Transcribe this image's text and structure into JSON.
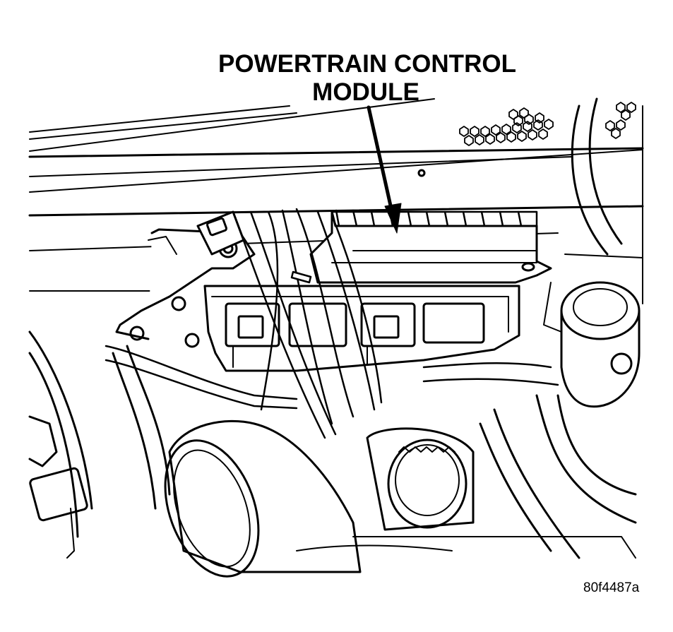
{
  "callout": {
    "line1": "POWERTRAIN CONTROL",
    "line2": "MODULE"
  },
  "figure_id": "80f4487a",
  "colors": {
    "ink": "#000000",
    "paper": "#ffffff"
  }
}
